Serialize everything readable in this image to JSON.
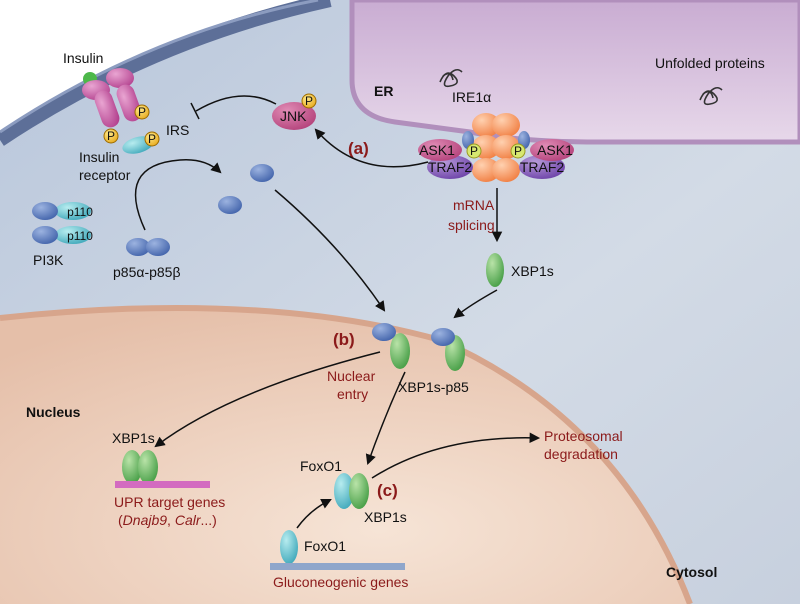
{
  "compartments": {
    "er": "ER",
    "nucleus": "Nucleus",
    "cytosol": "Cytosol"
  },
  "insulin_pathway": {
    "insulin": "Insulin",
    "insulin_receptor_line1": "Insulin",
    "insulin_receptor_line2": "receptor",
    "irs": "IRS",
    "phospho": "P",
    "p110": "p110",
    "pi3k": "PI3K",
    "p85": "p85α-p85β",
    "jnk": "JNK"
  },
  "er_stress": {
    "unfolded_proteins": "Unfolded proteins",
    "ire1a": "IRE1α",
    "ask1": "ASK1",
    "traf2": "TRAF2",
    "mrna_line1": "mRNA",
    "mrna_line2": "splicing",
    "xbp1s": "XBP1s"
  },
  "steps": {
    "a": "(a)",
    "b": "(b)",
    "c": "(c)"
  },
  "nuclear": {
    "nuclear_entry_line1": "Nuclear",
    "nuclear_entry_line2": "entry",
    "complex": "XBP1s-p85",
    "xbp1s_in_nucleus": "XBP1s",
    "upr_genes": "UPR target genes",
    "upr_examples_open": "(",
    "upr_gene1": "Dnajb9",
    "upr_sep": ", ",
    "upr_gene2": "Calr",
    "upr_examples_close": "...)",
    "foxo1_complex": "FoxO1",
    "xbp1s_complex": "XBP1s",
    "foxo1_free": "FoxO1",
    "gluco_genes": "Gluconeogenic genes",
    "proteo_line1": "Proteosomal",
    "proteo_line2": "degradation"
  },
  "colors": {
    "cytosol": "#ccd5e2",
    "membrane": "#5d6f98",
    "er": "#d9c6df",
    "nucleus": "#ecd2c2",
    "text_red": "#8b1a1a",
    "xbp1s_green": "#4aa34a",
    "p85_blue": "#4d6fb8",
    "ire1_orange": "#f59560",
    "receptor_magenta": "#c44c9e"
  }
}
